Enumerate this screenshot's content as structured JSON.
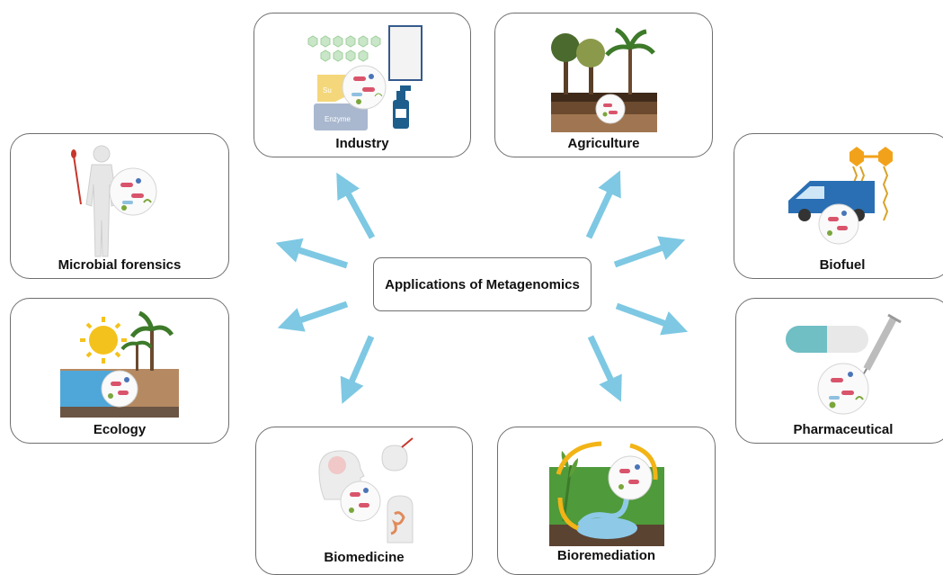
{
  "center": {
    "label": "Applications of Metagenomics"
  },
  "cards": {
    "industry": {
      "label": "Industry",
      "tags": [
        "Su",
        "Enzyme"
      ]
    },
    "agriculture": {
      "label": "Agriculture"
    },
    "microbial_forensics": {
      "label": "Microbial forensics"
    },
    "biofuel": {
      "label": "Biofuel"
    },
    "ecology": {
      "label": "Ecology"
    },
    "pharmaceutical": {
      "label": "Pharmaceutical"
    },
    "biomedicine": {
      "label": "Biomedicine"
    },
    "bioremediation": {
      "label": "Bioremediation"
    }
  },
  "colors": {
    "arrow": "#7ec8e3",
    "border": "#6e6e6e",
    "microbe_red": "#d9546b",
    "microbe_green": "#7aa63c",
    "microbe_blue": "#4a74b8"
  },
  "icons": [
    "microbe-cluster-icon",
    "human-figure-icon",
    "enzyme-icon",
    "spray-bottle-icon",
    "tree-icon",
    "palm-tree-icon",
    "van-icon",
    "molecule-chain-icon",
    "sun-icon",
    "capsule-icon",
    "syringe-icon",
    "head-profile-icon",
    "recycle-arrows-icon",
    "plant-icon"
  ]
}
